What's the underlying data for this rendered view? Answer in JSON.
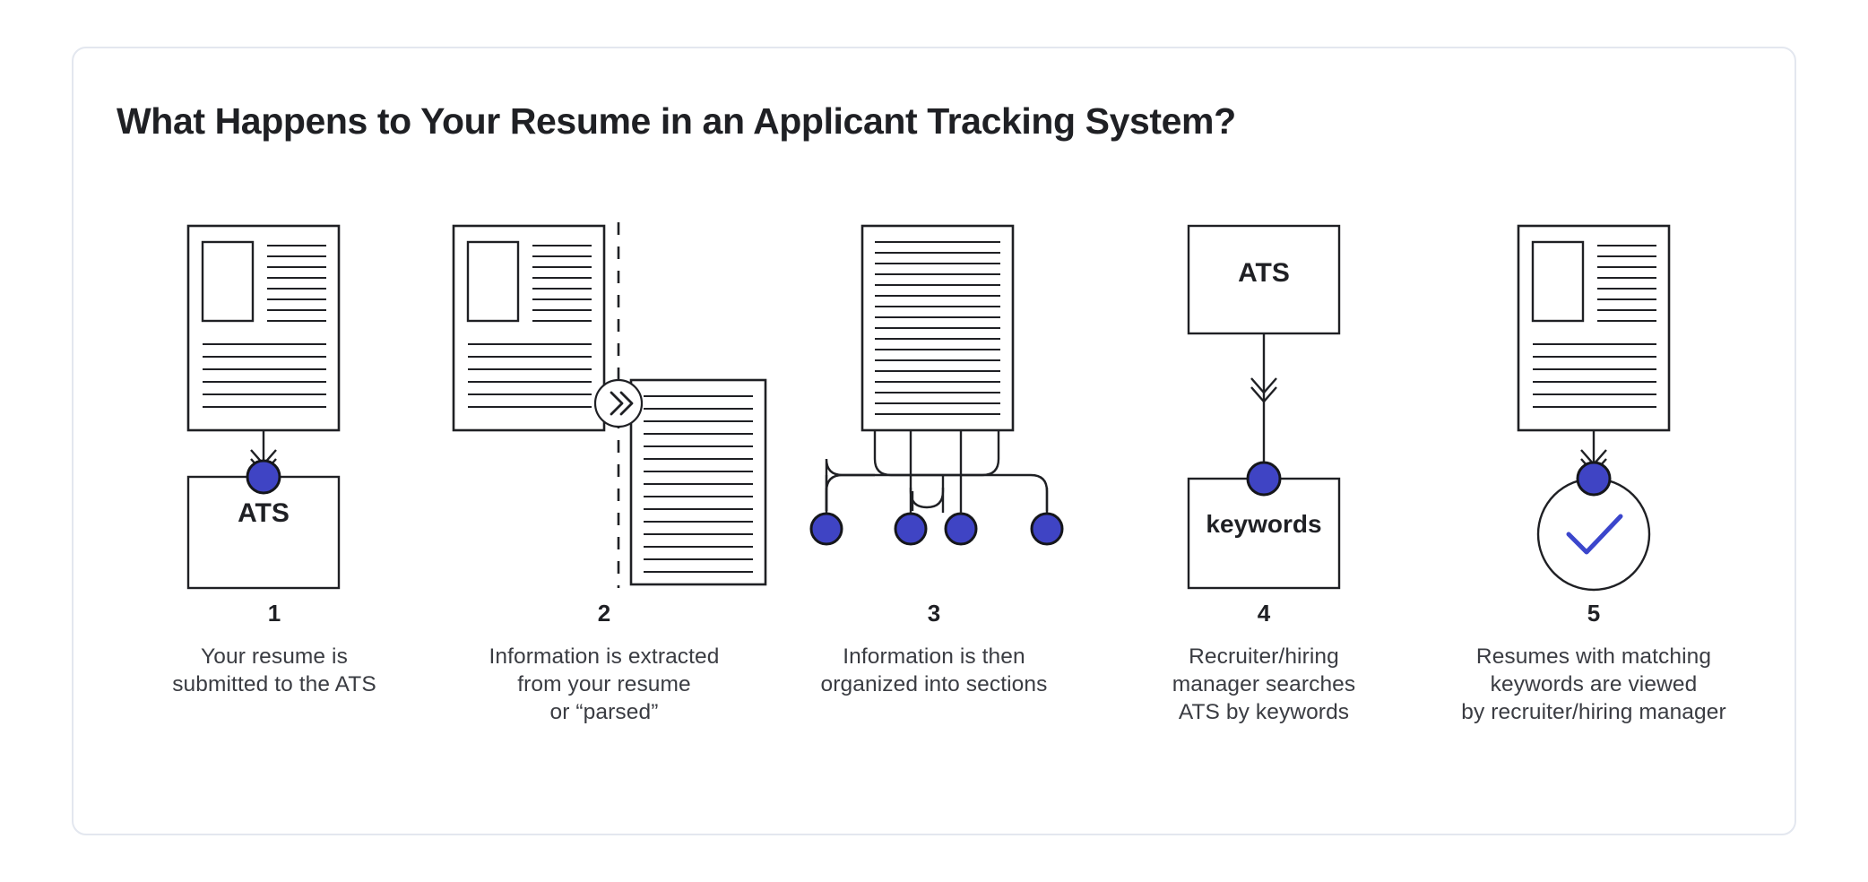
{
  "card": {
    "title": "What Happens to Your Resume in an Applicant Tracking System?"
  },
  "colors": {
    "accent_blue": "#3f44c4",
    "check_blue": "#3b46cc",
    "line_dark": "#1f2024",
    "card_border": "#e3e7ef",
    "text_body": "#3a3c42",
    "background": "#ffffff"
  },
  "steps": [
    {
      "number": "1",
      "lines": [
        "Your resume is",
        "submitted to the ATS"
      ],
      "graphic": "resume-to-ats",
      "box_label": "ATS",
      "icons": [
        "resume-document-icon",
        "down-arrow-icon",
        "blue-node-icon",
        "ats-box-icon"
      ]
    },
    {
      "number": "2",
      "lines": [
        "Information is extracted",
        "from your resume",
        "or “parsed”"
      ],
      "graphic": "resume-parsed-to-text",
      "box_label": "",
      "icons": [
        "resume-document-icon",
        "dashed-divider-icon",
        "double-chevron-right-icon",
        "parsed-text-document-icon"
      ]
    },
    {
      "number": "3",
      "lines": [
        "Information is then",
        "organized into sections"
      ],
      "graphic": "document-branching-to-nodes",
      "box_label": "",
      "icons": [
        "text-document-icon",
        "branch-connector-icon",
        "blue-node-icon"
      ]
    },
    {
      "number": "4",
      "lines": [
        "Recruiter/hiring",
        "manager searches",
        "ATS by keywords"
      ],
      "graphic": "ats-searches-keywords",
      "box_label": "ATS",
      "box_label_2": "keywords",
      "icons": [
        "ats-box-icon",
        "down-arrow-icon",
        "blue-node-icon",
        "keywords-box-icon"
      ]
    },
    {
      "number": "5",
      "lines": [
        "Resumes with matching",
        "keywords are viewed",
        "by recruiter/hiring manager"
      ],
      "graphic": "resume-approved-check",
      "box_label": "",
      "icons": [
        "resume-document-icon",
        "down-arrow-icon",
        "blue-node-icon",
        "check-circle-icon"
      ]
    }
  ]
}
